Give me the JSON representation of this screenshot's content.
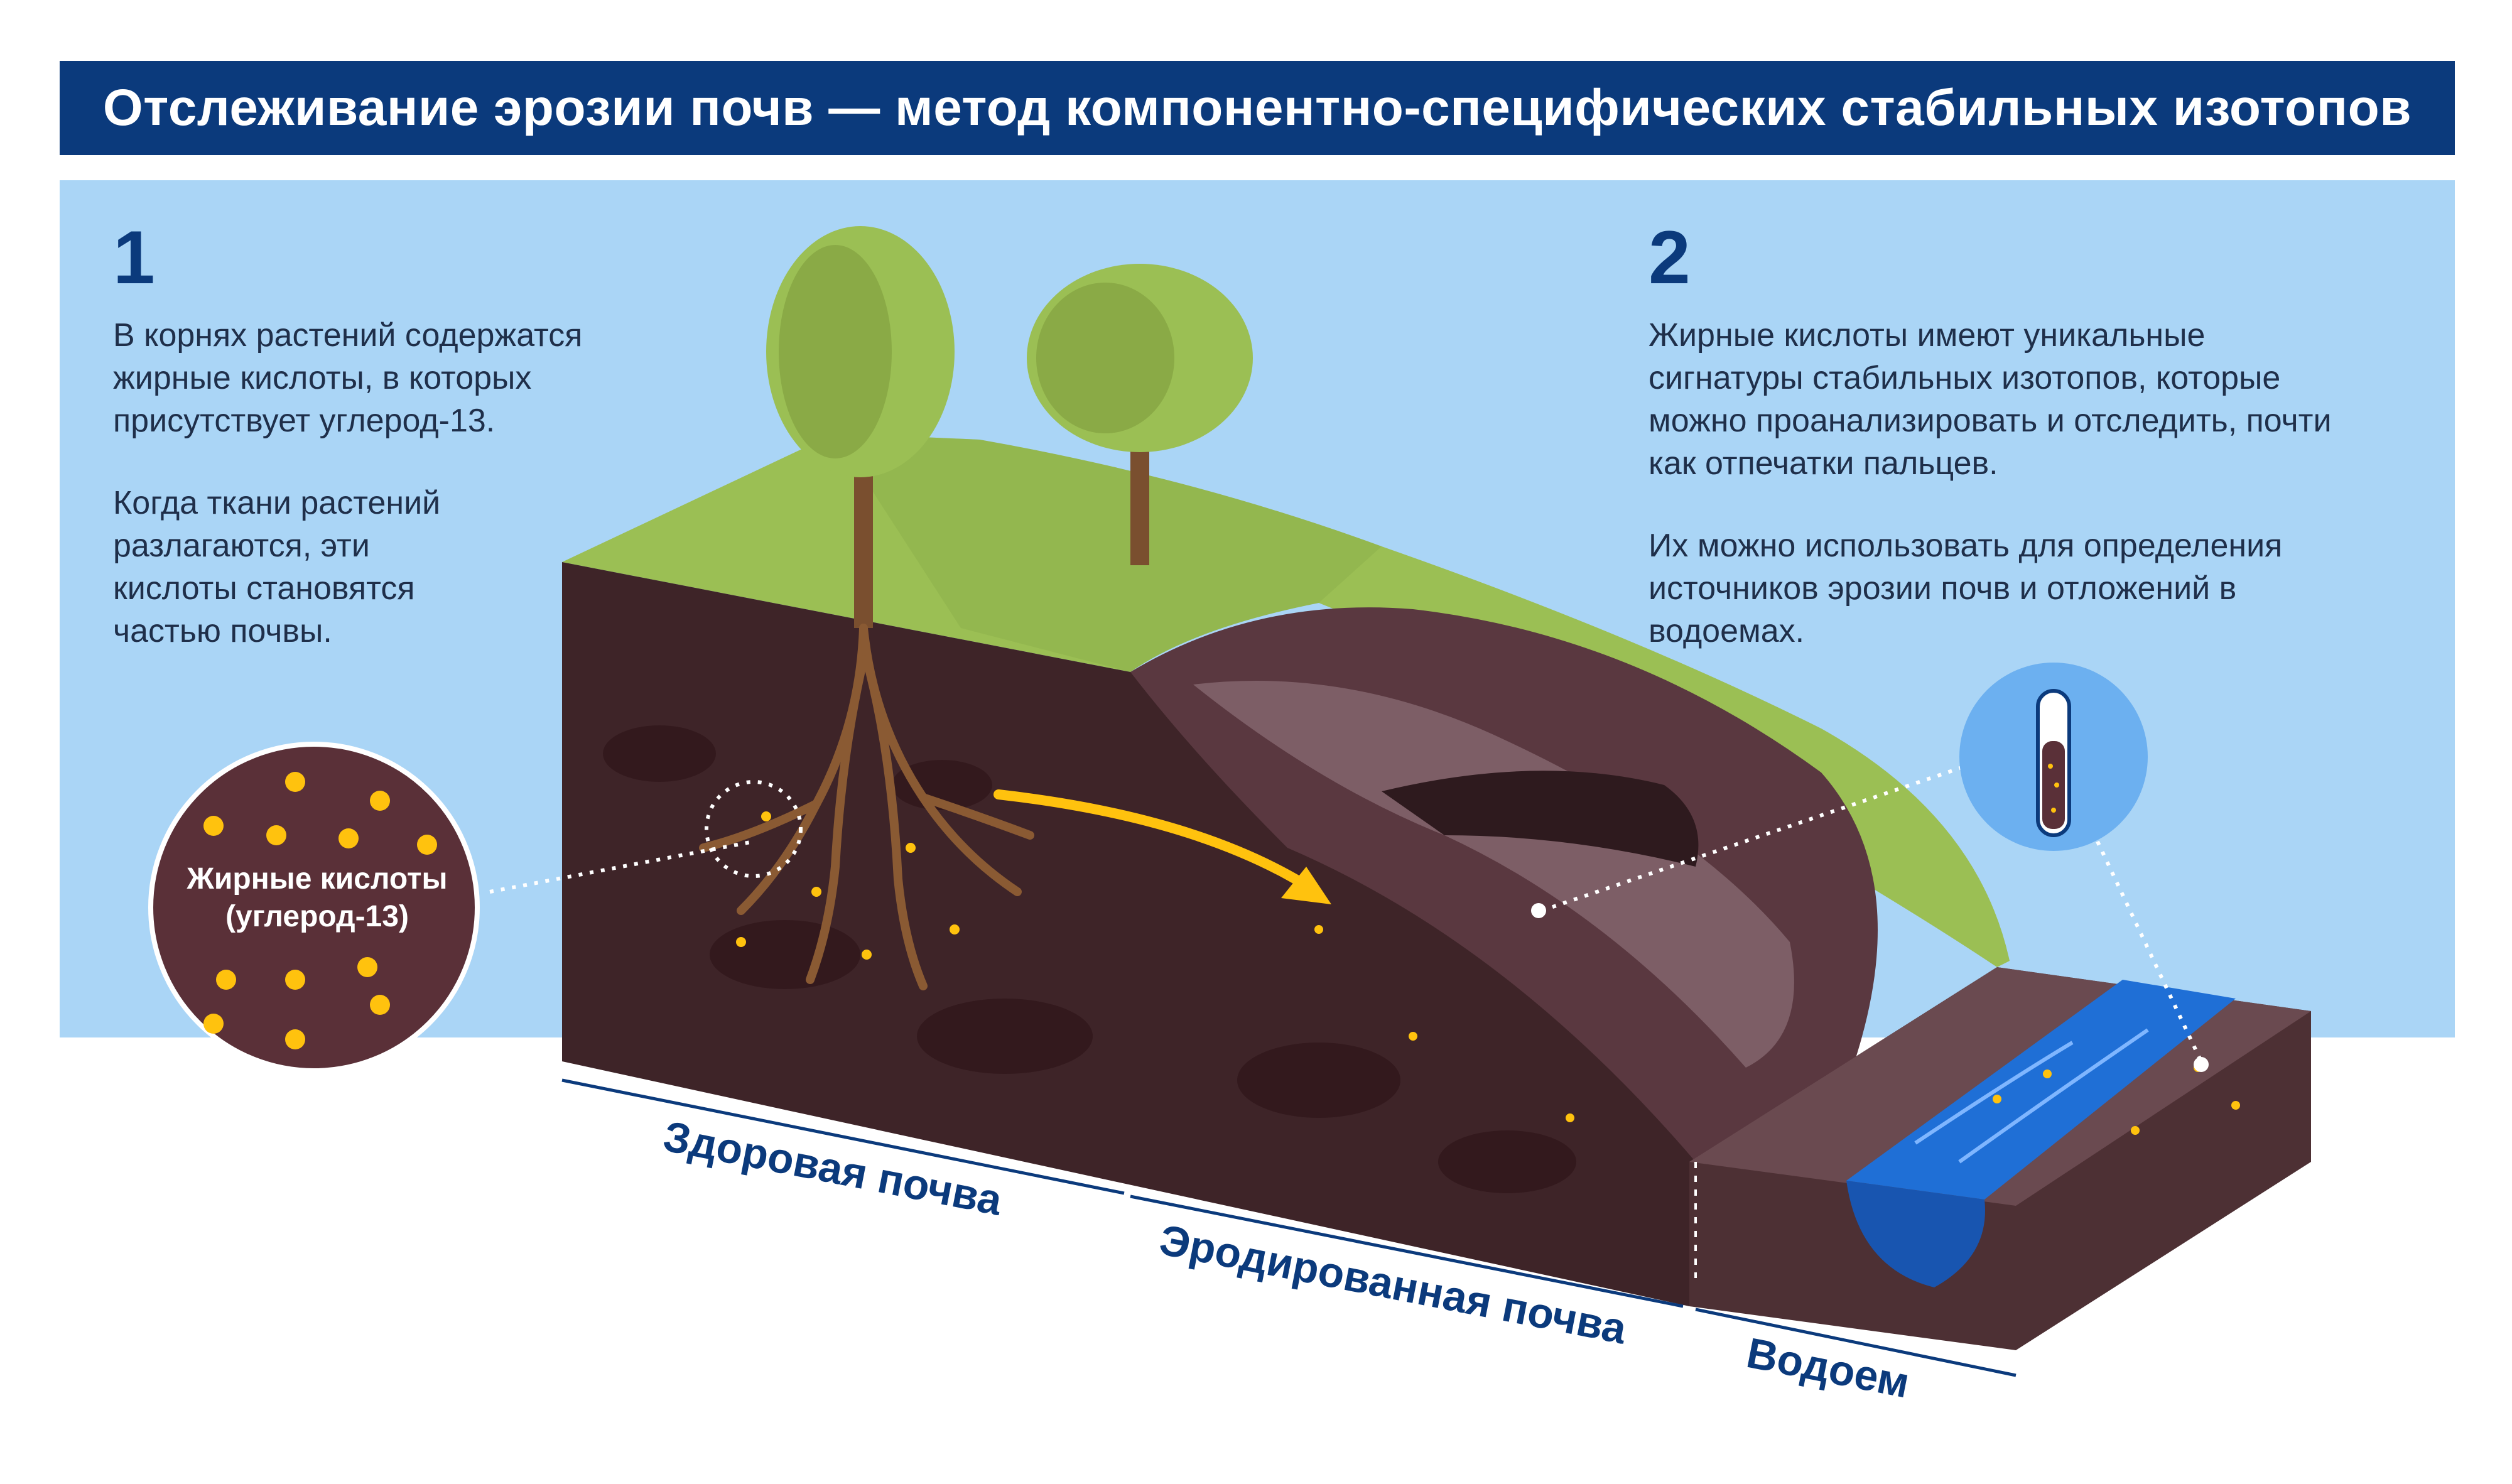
{
  "title": "Отслеживание эрозии почв — метод компонентно-специфических стабильных изотопов",
  "step1": {
    "number": "1",
    "paragraph1": "В корнях растений содержатся\nжирные кислоты, в которых\nприсутствует углерод-13.",
    "paragraph2": "Когда ткани растений\nразлагаются, эти\nкислоты становятся\nчастью почвы."
  },
  "step2": {
    "number": "2",
    "paragraph1": "Жирные кислоты имеют уникальные\nсигнатуры стабильных изотопов, которые\nможно проанализировать и отследить, почти\nкак отпечатки пальцев.",
    "paragraph2": "Их можно использовать для определения\nисточников эрозии почв и отложений в\nводоемах."
  },
  "zoom_label": "Жирные кислоты\n(углерод-13)",
  "sections": {
    "healthy": "Здоровая почва",
    "eroded": "Эродированная почва",
    "water": "Водоем"
  },
  "colors": {
    "title_bg": "#0b3a7c",
    "sky": "#aad5f6",
    "grass": "#9bbf54",
    "soil_dark": "#3e2428",
    "soil_mid": "#5a3840",
    "eroded": "#7d5e66",
    "water": "#1f6fd6",
    "acid_dot": "#ffc20e",
    "arrow": "#ffc20e"
  }
}
